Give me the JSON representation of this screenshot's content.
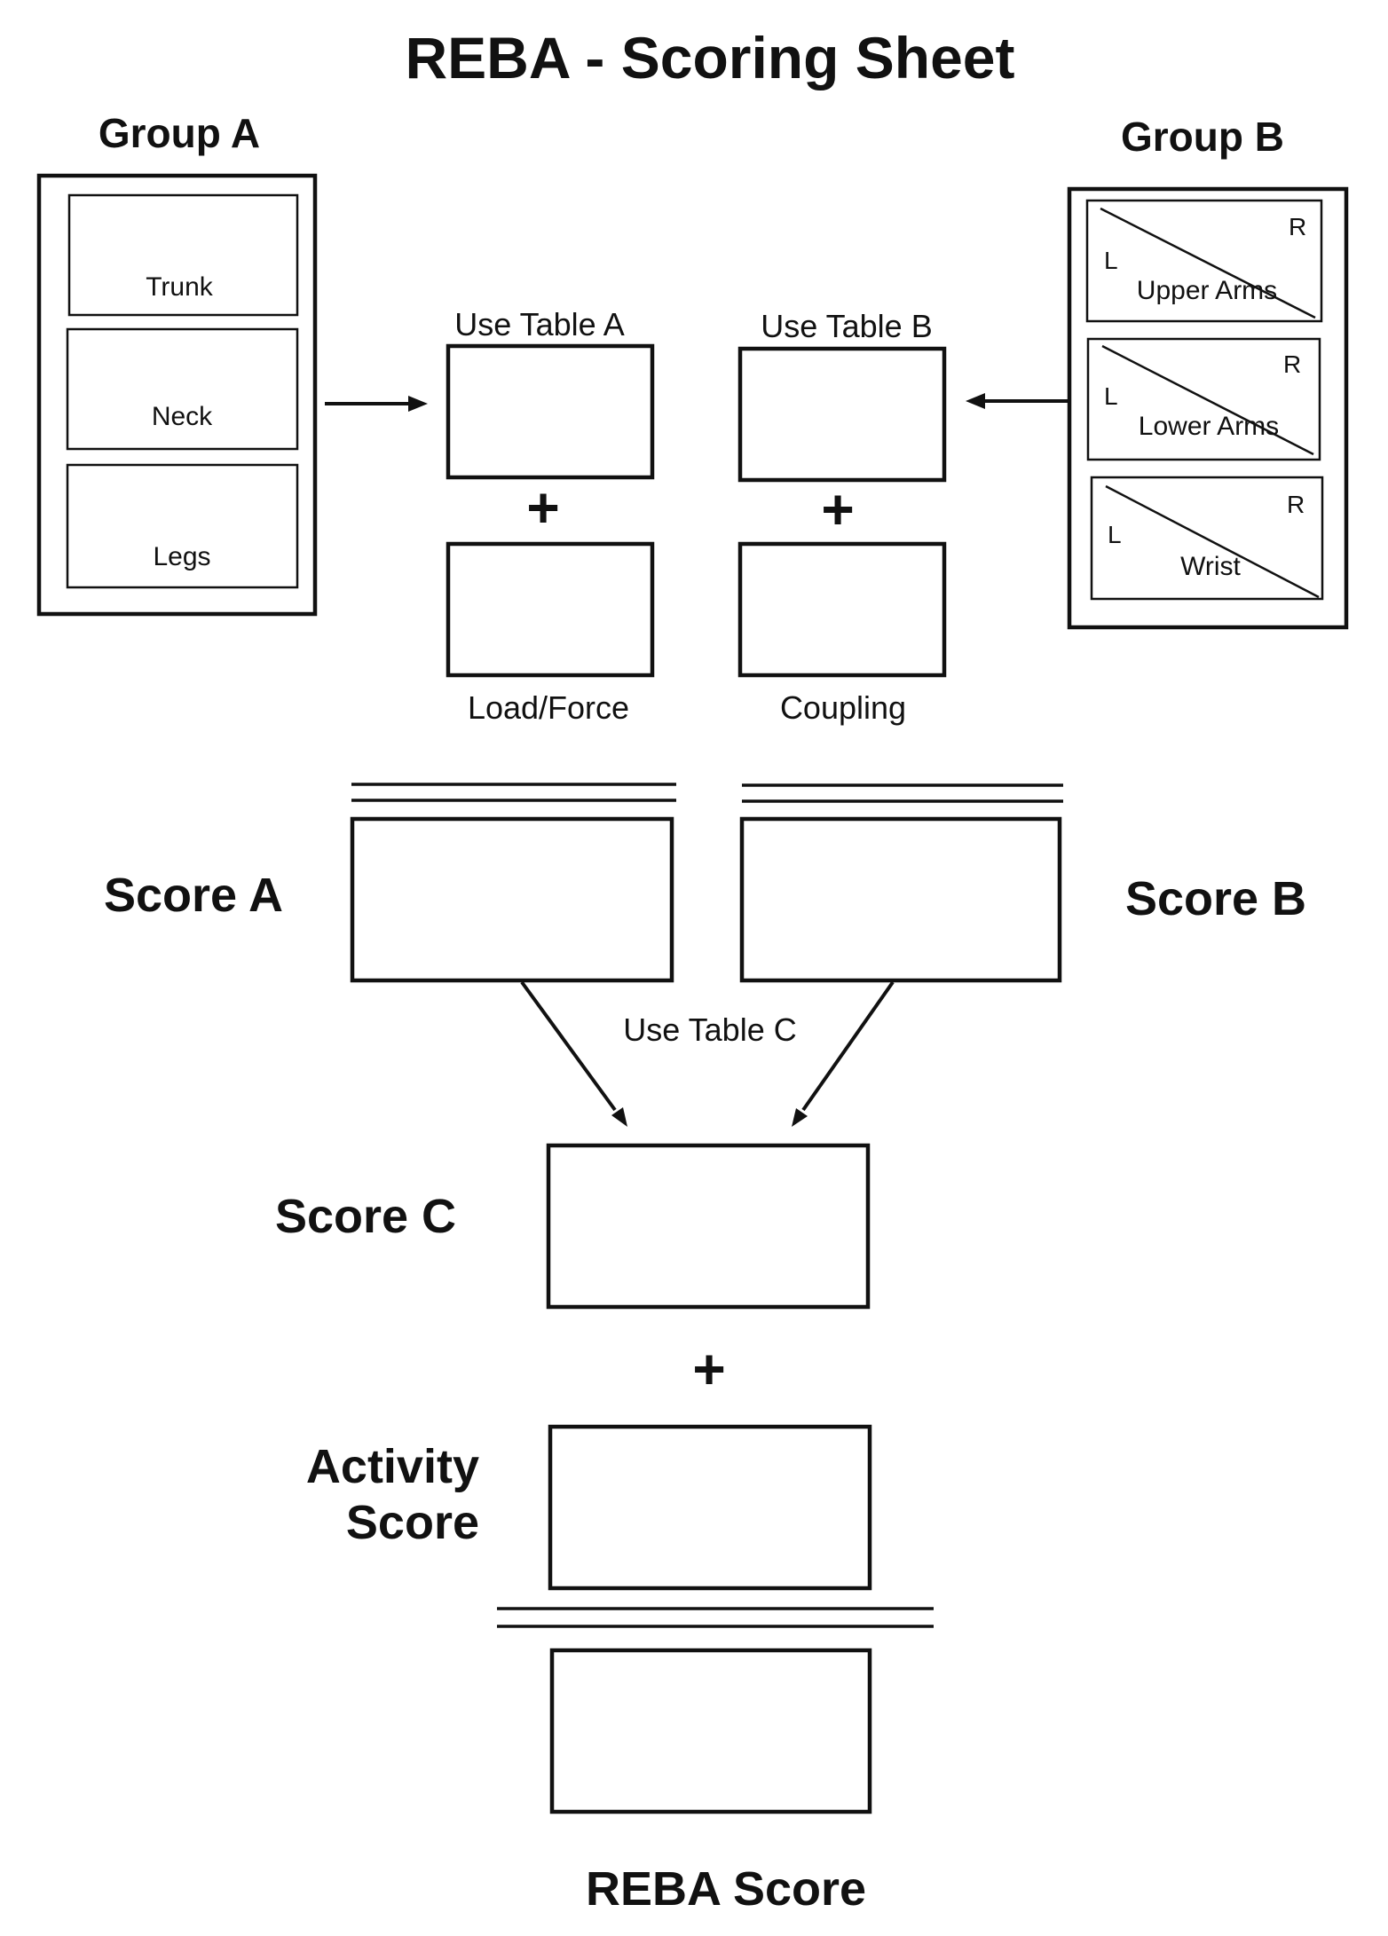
{
  "title": "REBA - Scoring Sheet",
  "group_a": {
    "heading": "Group A",
    "items": [
      "Trunk",
      "Neck",
      "Legs"
    ]
  },
  "group_b": {
    "heading": "Group B",
    "items": [
      "Upper Arms",
      "Lower Arms",
      "Wrist"
    ],
    "left_label": "L",
    "right_label": "R"
  },
  "table_a_label": "Use Table A",
  "table_b_label": "Use Table B",
  "load_force_label": "Load/Force",
  "coupling_label": "Coupling",
  "plus_symbol": "+",
  "score_a_label": "Score A",
  "score_b_label": "Score B",
  "table_c_label": "Use Table C",
  "score_c_label": "Score C",
  "activity_score_label": [
    "Activity",
    "Score"
  ],
  "reba_score_label": "REBA Score"
}
